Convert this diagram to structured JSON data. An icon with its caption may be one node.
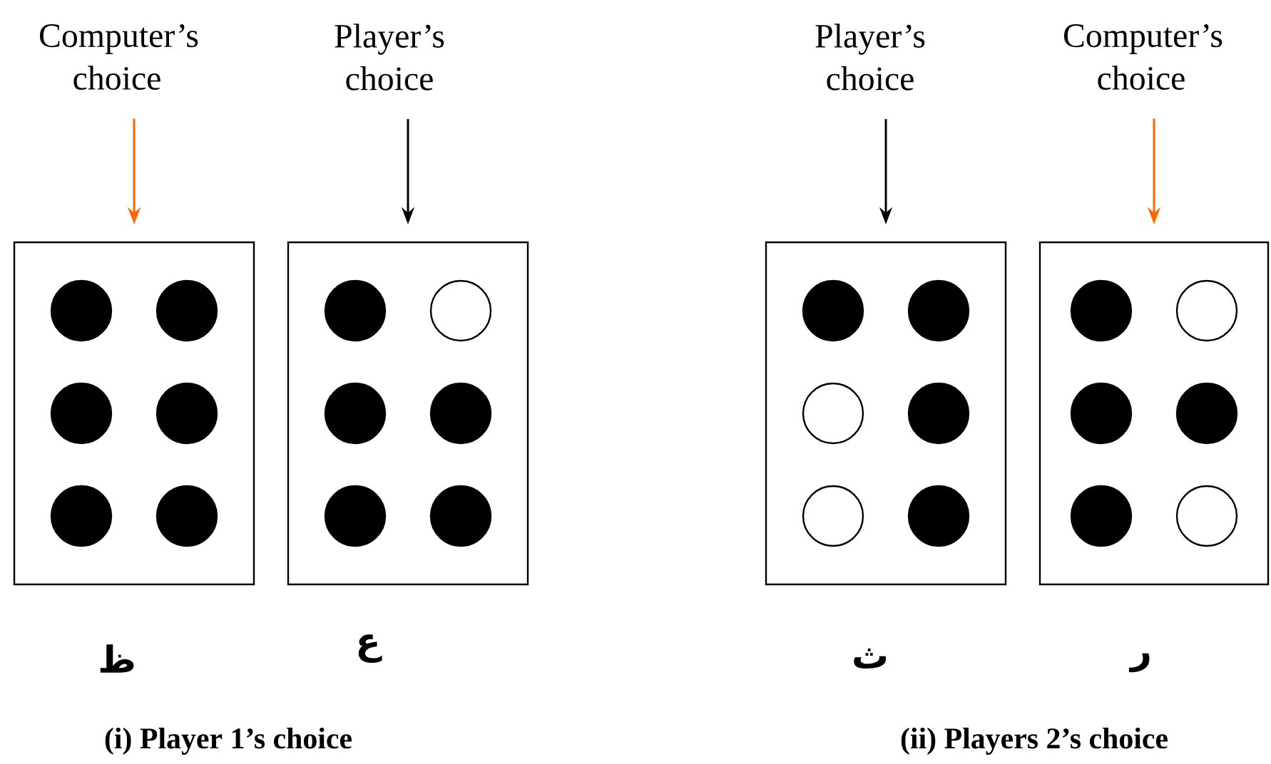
{
  "diagram": {
    "nodes": [
      {
        "text": [
          "Computer’s choice"
        ]
      },
      {
        "text": [
          "Player’s choice"
        ]
      },
      {
        "text": [
          "Player’s choice"
        ]
      },
      {
        "text": [
          "Computer’s choice"
        ]
      },
      {
        "text": [],
        "shape": "box",
        "beside": [
          "ظ"
        ]
      },
      {
        "text": [],
        "shape": "box",
        "beside": [
          "ع"
        ]
      },
      {
        "text": [],
        "shape": "box",
        "beside": [
          "ث"
        ]
      },
      {
        "text": [],
        "shape": "box",
        "beside": [
          "ر"
        ]
      }
    ],
    "edges": [
      {
        "from": 0,
        "to": 4,
        "arrow": "to",
        "color": "#ff6600"
      },
      {
        "from": 1,
        "to": 5,
        "arrow": "to",
        "color": "#000000"
      },
      {
        "from": 2,
        "to": 6,
        "arrow": "to",
        "color": "#000000"
      },
      {
        "from": 3,
        "to": 7,
        "arrow": "to",
        "color": "#ff6600"
      }
    ],
    "labels": [
      "(i) Player 1’s choice",
      "(ii) Players 2’s choice"
    ]
  }
}
